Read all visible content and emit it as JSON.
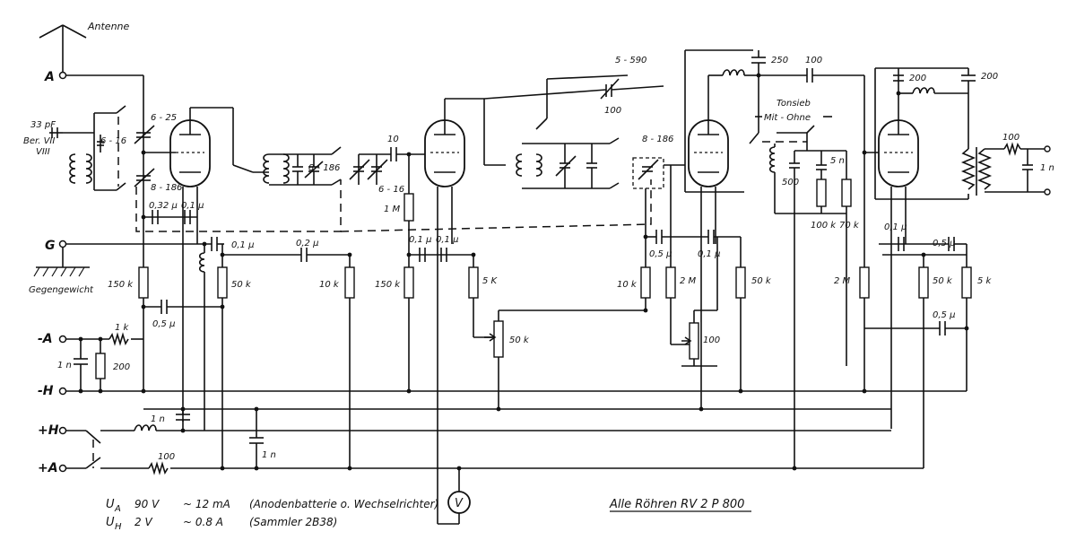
{
  "terminals": {
    "antenna": "Antenne",
    "a": "A",
    "g": "G",
    "ground": "Gegengewicht",
    "minus_a": "-A",
    "minus_h": "-H",
    "plus_h": "+H",
    "plus_a": "+A"
  },
  "labels": {
    "c_33pf": "33 pF",
    "ber": "Ber. VII",
    "ber2": "VIII",
    "c_6_25": "6 - 25",
    "c_6_16a": "6 - 16",
    "c_8_186a": "8 - 186",
    "c_032": "0,32 μ",
    "c_01a": "0,1 μ",
    "c_01b": "0,1 μ",
    "r_150k_a": "150 k",
    "c_05a": "0,5 μ",
    "r_50k_a": "50 k",
    "c_02": "0,2 μ",
    "r_10k_a": "10 k",
    "c_8_186b": "8 - 186",
    "c_6_16b": "6 - 16",
    "c_10": "10",
    "r_1m": "1 M",
    "c_01c": "0,1 μ",
    "c_01d": "0,1 μ",
    "r_150k_b": "150 k",
    "r_5k_a": "5 K",
    "pot_50k": "50 k",
    "c_5_590": "5 - 590",
    "c_100a": "100",
    "c_8_186c": "8 - 186",
    "c_250": "250",
    "c_100b": "100",
    "tonsieb": "Tonsieb",
    "mit_ohne": "Mit - Ohne",
    "c_5n": "5 n",
    "c_500": "500",
    "r_100k": "100 k",
    "r_70k": "70 k",
    "r_10k_b": "10 k",
    "c_05b": "0,5 μ",
    "r_2m_a": "2 M",
    "c_01e": "0,1 μ",
    "r_50k_b": "50 k",
    "pot_100": "100",
    "c_200a": "200",
    "c_200b": "200",
    "l_100": "100",
    "c_1n_out": "1 n",
    "c_01f": "0,1 μ",
    "c_05c": "0,5 μ",
    "r_2m_b": "2 M",
    "r_50k_c": "50 k",
    "r_5k_b": "5 k",
    "c_05d": "0,5 μ",
    "r_1k": "1 k",
    "c_1n_a": "1 n",
    "r_200": "200",
    "c_1n_b": "1 n",
    "c_1n_c": "1 n",
    "r_100": "100",
    "meter": "V"
  },
  "notes": {
    "ua_sym": "U",
    "ua_sub": "A",
    "ua_val": "90 V",
    "ua_cur": "~ 12 mA",
    "ua_desc": "(Anodenbatterie o. Wechselrichter)",
    "uh_sym": "U",
    "uh_sub": "H",
    "uh_val": "2 V",
    "uh_cur": "~ 0.8 A",
    "uh_desc": "(Sammler 2B38)",
    "tubes": "Alle Röhren  RV 2 P 800"
  }
}
